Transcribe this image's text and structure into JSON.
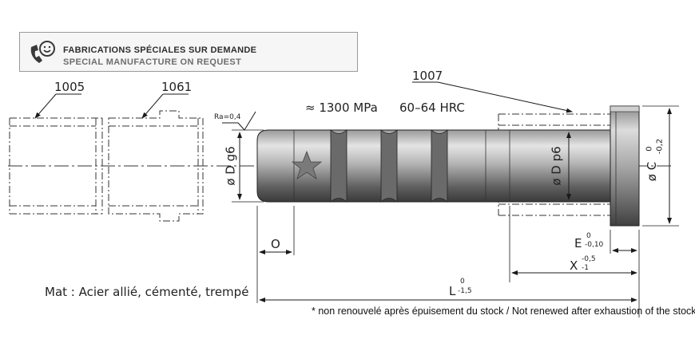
{
  "banner": {
    "line1": "FABRICATIONS SPÉCIALES SUR DEMANDE",
    "line2": "SPECIAL MANUFACTURE ON REQUEST",
    "icon": "phone-smile-icon"
  },
  "parts": {
    "ref_1005": "1005",
    "ref_1061": "1061",
    "ref_1007": "1007"
  },
  "specs": {
    "roughness": "Ra=0,4",
    "strength": "≈ 1300 MPa",
    "hardness": "60–64 HRC",
    "material": "Mat : Acier allié, cémenté, trempé"
  },
  "dimensions": {
    "diam_d_g6": "ø D g6",
    "diam_d_p6": "ø D p6",
    "diam_c": "ø C",
    "diam_c_tol_upper": "0",
    "diam_c_tol_lower": "-0,2",
    "o": "O",
    "e": "E",
    "e_tol_upper": "0",
    "e_tol_lower": "-0,10",
    "x": "X",
    "x_tol_upper": "-0,5",
    "x_tol_lower": "-1",
    "l": "L",
    "l_tol_upper": "0",
    "l_tol_lower": "-1,5"
  },
  "footnote": "* non renouvelé après épuisement du stock / Not renewed after exhaustion of the stock",
  "colors": {
    "line": "#1a1a1a",
    "pin_light": "#d0d0d0",
    "pin_dark": "#4a4a4a",
    "star": "#6b6b6b"
  }
}
